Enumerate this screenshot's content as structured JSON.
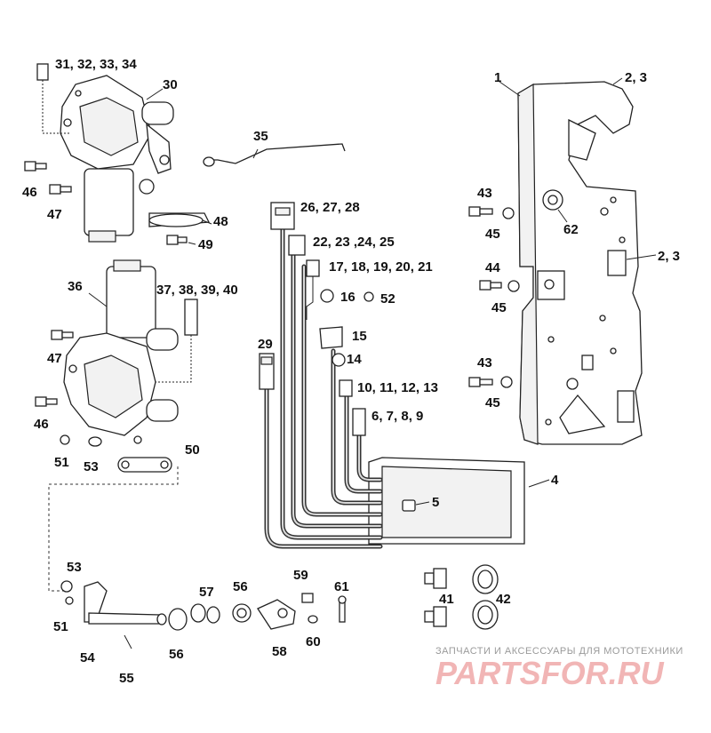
{
  "labels": {
    "l1": "1",
    "l23a": "2, 3",
    "l23b": "2, 3",
    "l4": "4",
    "l5": "5",
    "l6_9": "6, 7, 8, 9",
    "l10_13": "10, 11, 12, 13",
    "l14": "14",
    "l15": "15",
    "l16": "16",
    "l17_21": "17, 18, 19, 20, 21",
    "l22_25": "22, 23 ,24, 25",
    "l26_28": "26, 27, 28",
    "l29": "29",
    "l30": "30",
    "l31_34": "31, 32, 33, 34",
    "l35": "35",
    "l36": "36",
    "l37_40": "37, 38, 39, 40",
    "l41": "41",
    "l42": "42",
    "l43a": "43",
    "l43b": "43",
    "l44": "44",
    "l45a": "45",
    "l45b": "45",
    "l45c": "45",
    "l46a": "46",
    "l46b": "46",
    "l47a": "47",
    "l47b": "47",
    "l48": "48",
    "l49": "49",
    "l50": "50",
    "l51a": "51",
    "l51b": "51",
    "l52": "52",
    "l53a": "53",
    "l53b": "53",
    "l54": "54",
    "l55": "55",
    "l56a": "56",
    "l56b": "56",
    "l57": "57",
    "l58": "58",
    "l59": "59",
    "l60": "60",
    "l61": "61",
    "l62": "62"
  },
  "watermark": {
    "caption": "ЗАПЧАСТИ И АКСЕССУАРЫ ДЛЯ МОТОТЕХНИКИ",
    "brand": "PARTSFOR.RU"
  }
}
